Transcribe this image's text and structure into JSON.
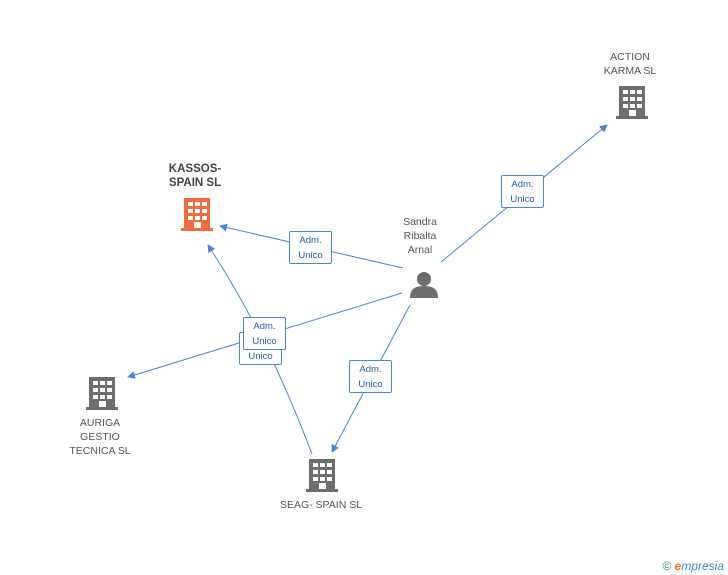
{
  "nodes": {
    "kassos": {
      "label": "KASSOS-\nSPAIN SL",
      "color": "#f26a3d"
    },
    "action": {
      "label": "ACTION\nKARMA SL",
      "color": "#6e6e6e"
    },
    "auriga": {
      "label": "AURIGA\nGESTIO\nTECNICA SL",
      "color": "#6e6e6e"
    },
    "seag": {
      "label": "SEAG- SPAIN SL",
      "color": "#6e6e6e"
    },
    "person": {
      "label": "Sandra\nRibalta\nArnal",
      "color": "#6e6e6e"
    }
  },
  "edges": {
    "to_kassos": "Adm.\nUnico",
    "to_action": "Adm.\nUnico",
    "to_auriga_back": "Adm.\nUnico",
    "to_auriga_front": "Adm.\nUnico",
    "to_seag": "Adm.\nUnico"
  },
  "colors": {
    "edge": "#4a86d6"
  },
  "footer": {
    "copyright": "©",
    "brand_e": "e",
    "brand_rest": "mpresia"
  }
}
